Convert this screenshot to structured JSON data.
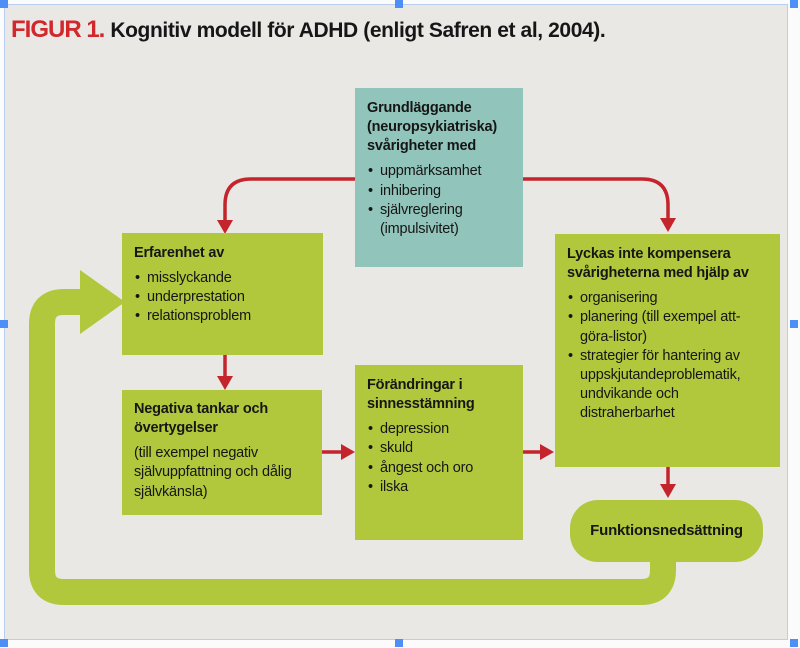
{
  "figure": {
    "label": "FIGUR 1.",
    "title": "Kognitiv modell för ADHD (enligt Safren et al, 2004)."
  },
  "bullet_char": "•",
  "boxes": {
    "grundlaggande": {
      "heading": "Grundläggande (neuropsykiatriska) svårigheter med",
      "bullets": [
        "uppmärksamhet",
        "inhibering",
        "självreglering (impulsivitet)"
      ]
    },
    "erfarenhet": {
      "heading": "Erfarenhet av",
      "bullets": [
        "misslyckande",
        "underprestation",
        "relationsproblem"
      ]
    },
    "lyckas": {
      "heading": "Lyckas inte kompensera svårigheterna med hjälp av",
      "bullets": [
        "organisering",
        "planering (till exempel att-göra-listor)",
        "strategier för hantering av uppskjutandeproblematik, undvikande och distraherbarhet"
      ]
    },
    "negativa": {
      "heading": "Negativa tankar och övertygelser",
      "note": "(till exempel negativ självuppfattning och dålig självkänsla)"
    },
    "forandringar": {
      "heading": "Förändringar i sinnesstämning",
      "bullets": [
        "depression",
        "skuld",
        "ångest och oro",
        "ilska"
      ]
    },
    "funktionsnedsattning": {
      "heading": "Funktionsnedsättning"
    }
  },
  "colors": {
    "box_green": "#b1c83c",
    "box_teal": "#91c4ba",
    "arrow_red": "#c4242b",
    "figure_label_red": "#d2272b",
    "figure_background": "#e9e8e5",
    "selection_blue": "#4d8ef7"
  }
}
